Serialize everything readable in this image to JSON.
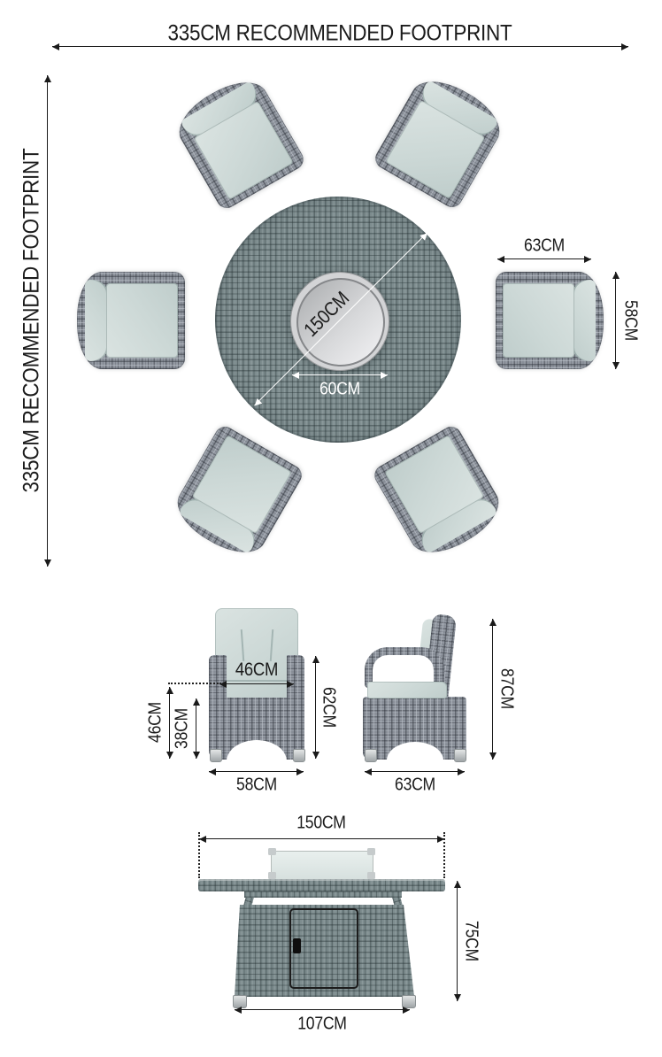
{
  "labels": {
    "footprint_top": "335CM RECOMMENDED FOOTPRINT",
    "footprint_left": "335CM RECOMMENDED FOOTPRINT",
    "table_diameter": "150CM",
    "firepit_diameter": "60CM",
    "topview_chair_width": "63CM",
    "topview_chair_depth": "58CM",
    "front_seat_width": "46CM",
    "front_seat_height": "46CM",
    "front_cushion_height": "38CM",
    "front_back_height": "62CM",
    "front_total_width": "58CM",
    "side_total_height": "87CM",
    "side_total_depth": "63CM",
    "tablefront_top_width": "150CM",
    "tablefront_height": "75CM",
    "tablefront_base_width": "107CM"
  },
  "colors": {
    "dimension_line": "#1a1a1a",
    "white_line": "#ffffff",
    "rattan_chair": "#9298a1",
    "rattan_table": "#7d8c8e",
    "cushion": "#ccd8d6",
    "firepit_silver": "#d3d4d6",
    "background": "#ffffff"
  }
}
